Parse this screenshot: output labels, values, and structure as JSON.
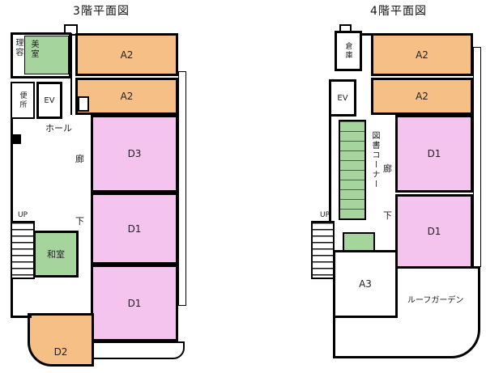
{
  "colors": {
    "wall": "#000000",
    "orange": "#f5bf85",
    "pink": "#f4c4ef",
    "green": "#a5d49d"
  },
  "plans": {
    "floor3": {
      "title": "3階平面図",
      "labels": {
        "barber": "理容",
        "beauty": "美室",
        "toilet": "便所",
        "elevator": "EV",
        "hall": "ホール",
        "corridor_upper": "廊",
        "corridor_lower": "下",
        "a2_upper": "A2",
        "a2_lower": "A2",
        "d3": "D3",
        "d1_middle": "D1",
        "d1_lower": "D1",
        "washitsu": "和室",
        "up": "UP",
        "d2": "D2"
      }
    },
    "floor4": {
      "title": "4階平面図",
      "labels": {
        "storage": "倉庫",
        "elevator": "EV",
        "library": "図書コーナー",
        "corridor_upper": "廊",
        "corridor_lower": "下",
        "a2_upper": "A2",
        "a2_lower": "A2",
        "d1_upper": "D1",
        "d1_lower": "D1",
        "up": "UP",
        "a3": "A3",
        "roof_garden": "ルーフガーデン"
      }
    }
  }
}
